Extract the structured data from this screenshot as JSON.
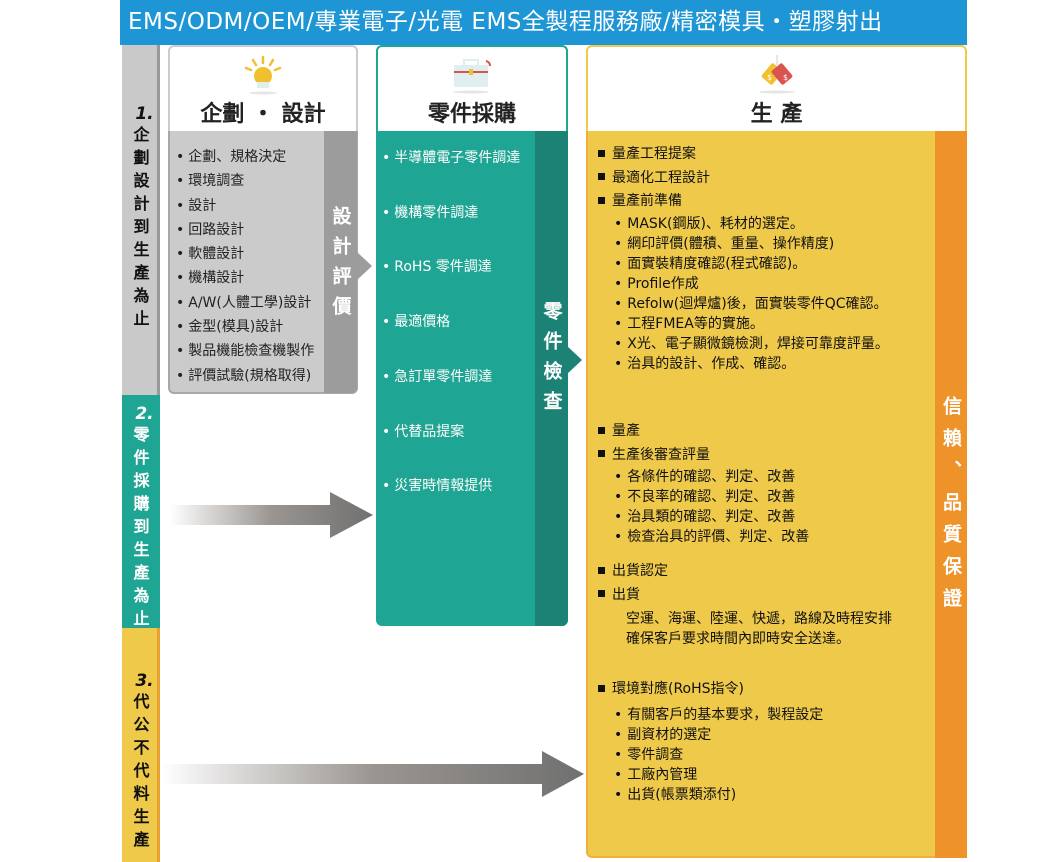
{
  "title": "EMS/ODM/OEM/專業電子/光電 EMS全製程服務廠/精密模具・塑膠射出",
  "stages": [
    {
      "num": "1.",
      "label": "企劃設計到生產為止"
    },
    {
      "num": "2.",
      "label": "零件採購到生產為止"
    },
    {
      "num": "3.",
      "label": "代公不代料生產"
    }
  ],
  "planning": {
    "title": "企劃 ・ 設計",
    "icon": "lightbulb-icon",
    "items": [
      "企劃、規格決定",
      "環境調查",
      "設計",
      "回路設計",
      "軟體設計",
      "機構設計",
      "A/W(人體工學)設計",
      "金型(模具)設計",
      "製品機能檢查機製作",
      "評價試驗(規格取得)"
    ],
    "side": "設計評價"
  },
  "procurement": {
    "title": "零件採購",
    "icon": "toolbox-icon",
    "items": [
      "半導體電子零件調達",
      "機構零件調達",
      "RoHS 零件調達",
      "最適價格",
      "急訂單零件調達",
      "代替品提案",
      "災害時情報提供"
    ],
    "side": "零件檢查"
  },
  "production": {
    "title": "生 產",
    "icon": "price-tag-icon",
    "side": "信賴、品質保證",
    "g1": {
      "h": [
        "量產工程提案",
        "最適化工程設計",
        "量產前準備"
      ],
      "subs": [
        "MASK(鋼版)、耗材的選定。",
        "網印評價(體積、重量、操作精度)",
        "面實裝精度確認(程式確認)。",
        "Profile作成",
        "Refolw(迴焊爐)後，面實裝零件QC確認。",
        "工程FMEA等的實施。",
        "X光、電子顯微鏡檢測，焊接可靠度評量。",
        "治具的設計、作成、確認。"
      ]
    },
    "g2": {
      "h": [
        "量產",
        "生產後審查評量"
      ],
      "subs": [
        "各條件的確認、判定、改善",
        "不良率的確認、判定、改善",
        "治具類的確認、判定、改善",
        "檢查治具的評價、判定、改善"
      ],
      "h2": [
        "出貨認定",
        "出貨"
      ],
      "para": [
        "空運、海運、陸運、快遞，路線及時程安排",
        "確保客戶要求時間內即時安全送達。"
      ]
    },
    "g3": {
      "h": [
        "環境對應(RoHS指令)"
      ],
      "subs": [
        "有關客戶的基本要求，製程設定",
        "副資材的選定",
        "零件調查",
        "工廠內管理",
        "出貨(帳票類添付)"
      ]
    }
  },
  "colors": {
    "title": "#1e95d4",
    "teal": "#1fa593",
    "yellow": "#efc94a",
    "orange": "#ee922a",
    "gray": "#cbcbcb"
  }
}
